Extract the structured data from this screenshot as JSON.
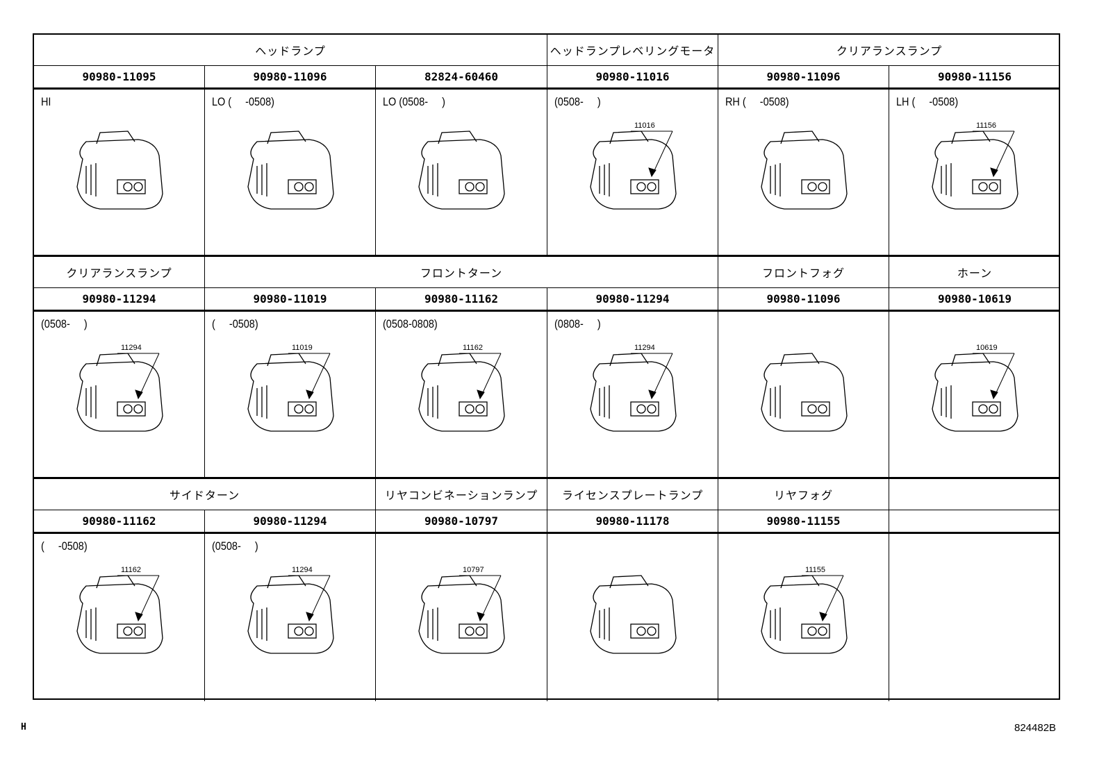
{
  "rows": [
    {
      "headers": [
        {
          "label": "ヘッドランプ",
          "col": 0,
          "span": 3
        },
        {
          "label": "ヘッドランプレベリングモータ",
          "col": 3,
          "span": 1
        },
        {
          "label": "クリアランスランプ",
          "col": 4,
          "span": 2
        }
      ],
      "cells": [
        {
          "part_number": "90980-11095",
          "note": "HI",
          "callout": ""
        },
        {
          "part_number": "90980-11096",
          "note": "LO (     -0508)",
          "callout": ""
        },
        {
          "part_number": "82824-60460",
          "note": "LO (0508-     )",
          "callout": ""
        },
        {
          "part_number": "90980-11016",
          "note": "(0508-     )",
          "callout": "11016"
        },
        {
          "part_number": "90980-11096",
          "note": "RH (     -0508)",
          "callout": ""
        },
        {
          "part_number": "90980-11156",
          "note": "LH (     -0508)",
          "callout": "11156"
        }
      ]
    },
    {
      "headers": [
        {
          "label": "クリアランスランプ",
          "col": 0,
          "span": 1
        },
        {
          "label": "フロントターン",
          "col": 1,
          "span": 3
        },
        {
          "label": "フロントフォグ",
          "col": 4,
          "span": 1
        },
        {
          "label": "ホーン",
          "col": 5,
          "span": 1
        }
      ],
      "cells": [
        {
          "part_number": "90980-11294",
          "note": "(0508-     )",
          "callout": "11294"
        },
        {
          "part_number": "90980-11019",
          "note": "(     -0508)",
          "callout": "11019"
        },
        {
          "part_number": "90980-11162",
          "note": "(0508-0808)",
          "callout": "11162"
        },
        {
          "part_number": "90980-11294",
          "note": "(0808-     )",
          "callout": "11294"
        },
        {
          "part_number": "90980-11096",
          "note": "",
          "callout": ""
        },
        {
          "part_number": "90980-10619",
          "note": "",
          "callout": "10619"
        }
      ]
    },
    {
      "headers": [
        {
          "label": "サイドターン",
          "col": 0,
          "span": 2
        },
        {
          "label": "リヤコンビネーションランプ",
          "col": 2,
          "span": 1
        },
        {
          "label": "ライセンスプレートランプ",
          "col": 3,
          "span": 1
        },
        {
          "label": "リヤフォグ",
          "col": 4,
          "span": 1
        },
        {
          "label": "",
          "col": 5,
          "span": 1
        }
      ],
      "cells": [
        {
          "part_number": "90980-11162",
          "note": "(     -0508)",
          "callout": "11162"
        },
        {
          "part_number": "90980-11294",
          "note": "(0508-     )",
          "callout": "11294"
        },
        {
          "part_number": "90980-10797",
          "note": "",
          "callout": "10797"
        },
        {
          "part_number": "90980-11178",
          "note": "",
          "callout": ""
        },
        {
          "part_number": "90980-11155",
          "note": "",
          "callout": "11155"
        },
        {
          "part_number": "",
          "note": "",
          "callout": ""
        }
      ]
    }
  ],
  "footer": {
    "left_mark": "H",
    "figure_id": "824482B"
  }
}
